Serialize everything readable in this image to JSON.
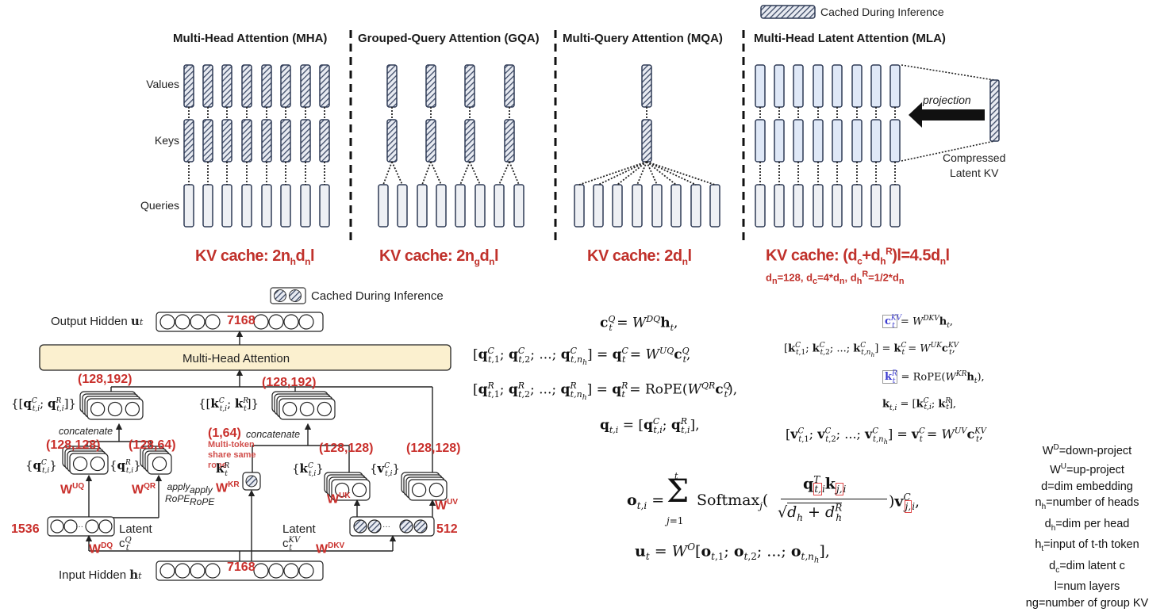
{
  "top_legend": {
    "label": "Cached During Inference",
    "icon": "hatched-bar-icon"
  },
  "panels": [
    {
      "id": "mha",
      "title": "Multi-Head Attention (MHA)",
      "kv_cache": "KV cache: 2nₕdₙl",
      "kv_cache_parts": {
        "pre": "KV cache: 2n",
        "s1": "h",
        "mid": "d",
        "s2": "n",
        "post": "l"
      },
      "values": 8,
      "keys": 8,
      "queries": 8
    },
    {
      "id": "gqa",
      "title": "Grouped-Query Attention (GQA)",
      "kv_cache_parts": {
        "pre": "KV cache: 2n",
        "s1": "g",
        "mid": "d",
        "s2": "n",
        "post": "l"
      },
      "values": 4,
      "keys": 4,
      "queries": 8
    },
    {
      "id": "mqa",
      "title": "Multi-Query Attention (MQA)",
      "kv_cache_parts": {
        "pre": "KV cache: 2d",
        "s1": "n",
        "mid": "",
        "s2": "",
        "post": "l"
      },
      "values": 1,
      "keys": 1,
      "queries": 8
    },
    {
      "id": "mla",
      "title": "Multi-Head Latent Attention (MLA)",
      "kv_cache_parts": {
        "pre": "KV cache: (d",
        "s1": "c",
        "mid": "+d",
        "s2": "h",
        "sup": "R",
        "post": ")l=4.5d",
        "s3": "n",
        "end": "l"
      },
      "kv_sub": {
        "a": "d",
        "a_s": "n",
        "b": "=128, d",
        "b_s": "c",
        "c": "=4*d",
        "c_s": "n",
        "d": ", d",
        "d_s": "h",
        "d_sup": "R",
        "e": "=1/2*d",
        "e_s": "n"
      },
      "values": 8,
      "keys": 8,
      "queries": 8,
      "projection_label": "projection",
      "compressed_label_1": "Compressed",
      "compressed_label_2": "Latent KV"
    }
  ],
  "row_labels": {
    "values": "Values",
    "keys": "Keys",
    "queries": "Queries"
  },
  "bottom_legend": {
    "label": "Cached During Inference",
    "icon": "hatched-circles-icon"
  },
  "mla_diagram": {
    "output_hidden": "Output Hidden",
    "output_dim": "7168",
    "mha_block": "Multi-Head Attention",
    "q_concat_dim": "(128,192)",
    "k_concat_dim": "(128,192)",
    "q_concat_label": "{[qᶜₜ,ᵢ; qᴿₜ,ᵢ]}",
    "k_concat_label": "{[kᶜₜ,ᵢ; kᴿₜ]}",
    "concatenate": "concatenate",
    "qc_dim": "(128,128)",
    "qr_dim": "(128,64)",
    "kr_dim": "(1,64)",
    "kc_dim": "(128,128)",
    "vc_dim": "(128,128)",
    "kr_note": [
      "Multi-token",
      "share same",
      "rope"
    ],
    "qc_label": "{qᶜₜ,ᵢ}",
    "qr_label": "{qᴿₜ,ᵢ}",
    "kr_label": "kᴿₜ",
    "kc_label": "{kᶜₜ,ᵢ}",
    "vc_label": "{vᶜₜ,ᵢ}",
    "w_uq": "UQ",
    "w_qr": "QR",
    "w_kr": "KR",
    "w_uk": "UK",
    "w_uv": "UV",
    "w_dq": "DQ",
    "w_dkv": "DKV",
    "w_letter": "W",
    "apply_rope": [
      "apply",
      "RoPE"
    ],
    "latent_q_label": "Latent c",
    "latent_kv_label": "Latent c",
    "latent_q_dim": "1536",
    "latent_kv_dim": "512",
    "input_hidden": "Input Hidden",
    "input_dim": "7168",
    "ellipsis": "···"
  },
  "equations": {
    "q": [
      "cₜᵠ = Wᴰᵠ hₜ,",
      "[qᶜₜ,₁; qᶜₜ,₂; ...; qᶜₜ,ₙₕ] = qᶜₜ = Wᵁᵠ cₜᵠ,",
      "[qᴿₜ,₁; qᴿₜ,₂; ...; qᴿₜ,ₙₕ] = qᴿₜ = RoPE(Wᵠᴿ cₜᵠ),",
      "qₜ,ᵢ = [qᶜₜ,ᵢ; qᴿₜ,ᵢ],"
    ],
    "kv": [
      "cₜᴷⱽ = Wᴰᴷⱽ hₜ,",
      "[kᶜₜ,₁; kᶜₜ,₂; ...; kᶜₜ,ₙₕ] = kᶜₜ = Wᵁᴷ cₜᴷⱽ,",
      "kᴿₜ = RoPE(Wᴷᴿ hₜ),",
      "kₜ,ᵢ = [kᶜₜ,ᵢ; kᴿₜ],"
    ],
    "v": "[vᶜₜ,₁; vᶜₜ,₂; ...; vᶜₜ,ₙₕ] = vᶜₜ = Wᵁⱽ cₜᴷⱽ,",
    "o": "oₜ,ᵢ = Σⱼ₌₁ᵗ Softmaxⱼ( qᵀₜ,ᵢ kⱼ,ᵢ / √(dₕ + dᴿₕ) ) vᶜⱼ,ᵢ,",
    "u": "uₜ = Wᴼ [oₜ,₁; oₜ,₂; ...; oₜ,ₙₕ],",
    "highlight_color": "#3a3ad0",
    "annot_color": "#e04a4a"
  },
  "glossary": [
    {
      "sym": "W",
      "sup": "D",
      "sub": "",
      "def": "=down-project"
    },
    {
      "sym": "W",
      "sup": "U",
      "sub": "",
      "def": "=up-project"
    },
    {
      "sym": "d",
      "sup": "",
      "sub": "",
      "def": "=dim embedding"
    },
    {
      "sym": "n",
      "sup": "",
      "sub": "h",
      "def": "=number of heads"
    },
    {
      "sym": "d",
      "sup": "",
      "sub": "h",
      "def": "=dim per head"
    },
    {
      "sym": "h",
      "sup": "",
      "sub": "t",
      "def": "=input of t-th token"
    },
    {
      "sym": "d",
      "sup": "",
      "sub": "c",
      "def": "=dim latent c"
    },
    {
      "sym": "l",
      "sup": "",
      "sub": "",
      "def": "=num layers"
    },
    {
      "sym": "ng",
      "sup": "",
      "sub": "",
      "def": "=number of group KV"
    }
  ],
  "colors": {
    "accent_red": "#c0312b",
    "cached_fill": "#3d4a66",
    "query_fill": "#eef0f4",
    "mla_kv_fill": "#dfe8f7",
    "mha_block_fill": "#fbf0cf",
    "box_stroke": "#2e3a55"
  }
}
